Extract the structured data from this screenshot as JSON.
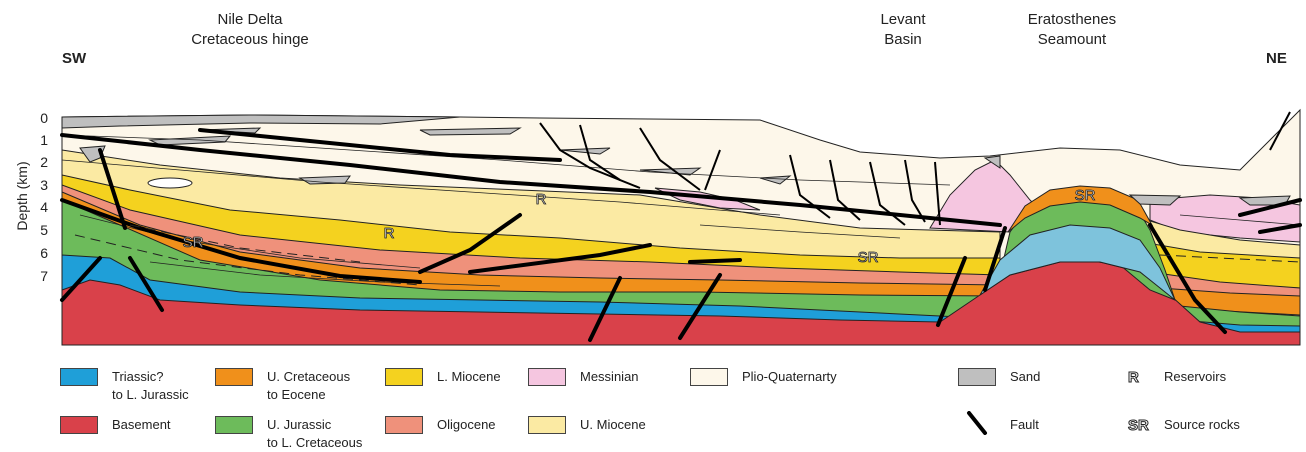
{
  "top_labels": {
    "nile_delta": "Nile Delta\nCretaceous hinge",
    "levant": "Levant\nBasin",
    "eratosthenes": "Eratosthenes\nSeamount"
  },
  "orientation": {
    "left": "SW",
    "right": "NE"
  },
  "y_axis": {
    "title": "Depth (km)",
    "ticks": [
      "0",
      "1",
      "2",
      "3",
      "4",
      "5",
      "6",
      "7"
    ]
  },
  "section_labels": {
    "sr": "SR",
    "r": "R"
  },
  "colors": {
    "triassic": "#1f9fd8",
    "basement": "#d9414a",
    "u_cretaceous": "#f0901b",
    "u_jurassic": "#6dbb5b",
    "l_miocene": "#f4d21f",
    "oligocene": "#ef917b",
    "messinian": "#f5c6e0",
    "u_miocene": "#fbeaa3",
    "plio": "#fdf7ea",
    "sand": "#bfbfbf",
    "seamount_blue": "#7ec3dc"
  },
  "legend": {
    "triassic": "Triassic?\nto L. Jurassic",
    "basement": "Basement",
    "u_cretaceous": "U. Cretaceous\nto Eocene",
    "u_jurassic": "U. Jurassic\nto L. Cretaceous",
    "l_miocene": "L. Miocene",
    "oligocene": "Oligocene",
    "messinian": "Messinian",
    "u_miocene": "U. Miocene",
    "plio": "Plio-Quaternarty",
    "sand": "Sand",
    "fault": "Fault",
    "reservoirs": "Reservoirs",
    "source_rocks": "Source rocks",
    "r_symbol": "R",
    "sr_symbol": "SR"
  }
}
